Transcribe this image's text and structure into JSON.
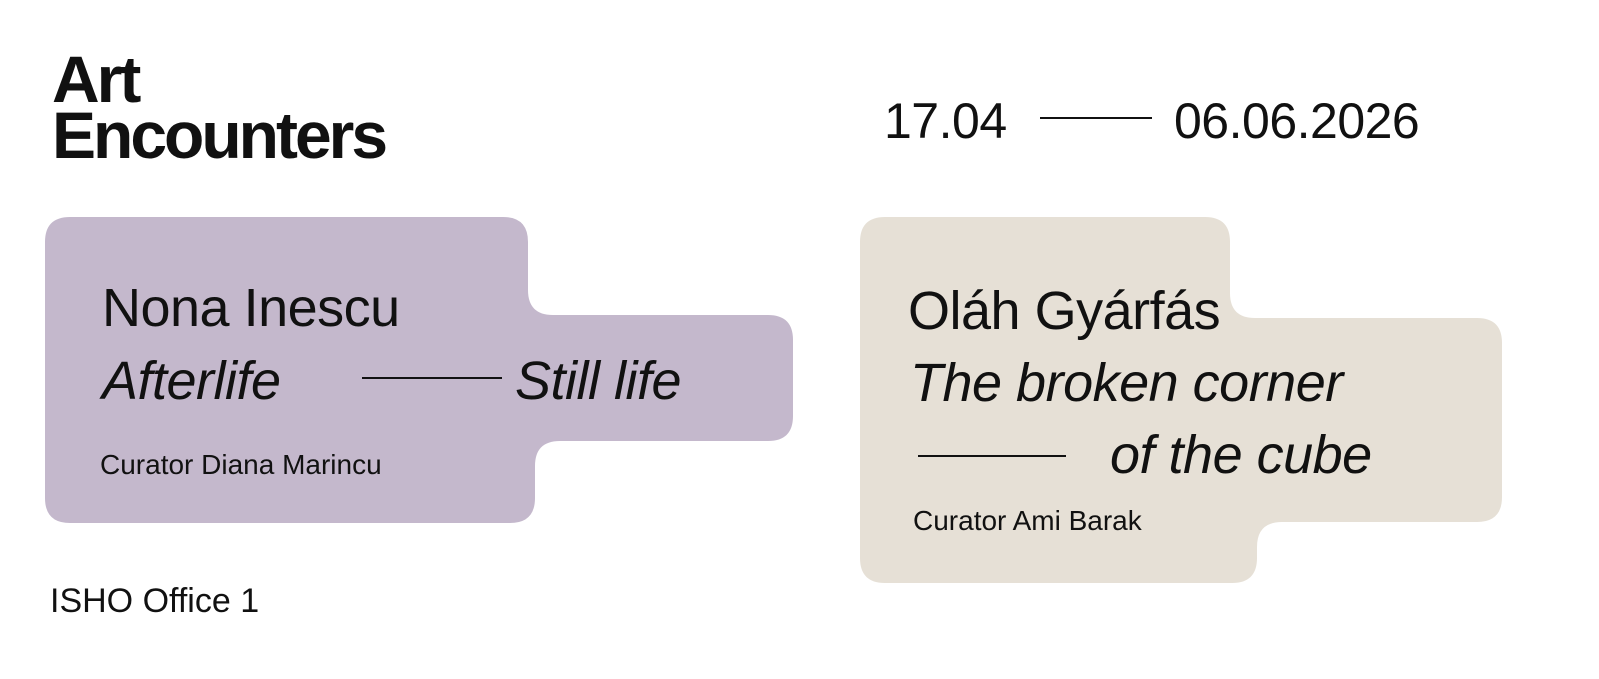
{
  "logo": {
    "line1": "Art",
    "line2": "Encounters"
  },
  "dates": {
    "start": "17.04",
    "end": "06.06.2026"
  },
  "exhibitions": [
    {
      "artist": "Nona Inescu",
      "title_part1": "Afterlife",
      "title_part2": "Still life",
      "curator": "Curator Diana Marincu",
      "color": "#c4b8cc"
    },
    {
      "artist": "Oláh Gyárfás",
      "title_part1": "The broken corner",
      "title_part2": "of the cube",
      "curator": "Curator Ami Barak",
      "color": "#e6e0d6"
    }
  ],
  "venue": "ISHO Office 1"
}
